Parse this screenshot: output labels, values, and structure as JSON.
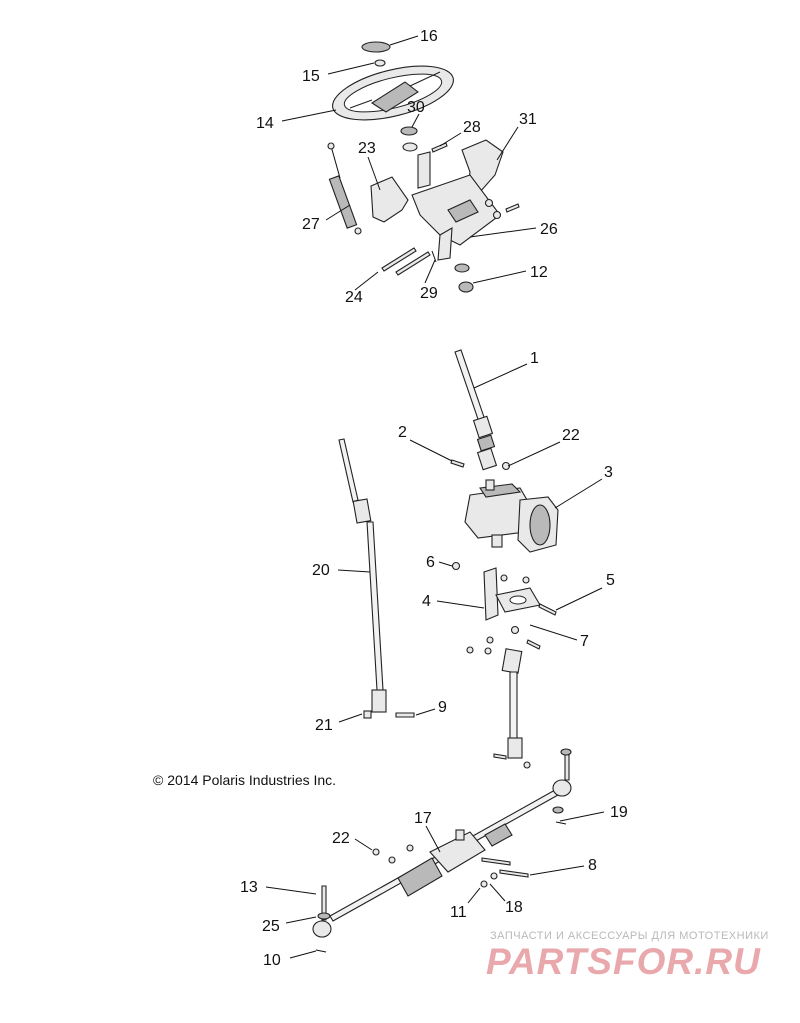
{
  "copyright": "© 2014 Polaris Industries Inc.",
  "watermark": {
    "tagline": "ЗАПЧАСТИ И АКСЕССУАРЫ ДЛЯ МОТОТЕХНИКИ",
    "logo": "PARTSFOR.RU",
    "color": "#e8a8ac"
  },
  "callouts": {
    "c1": "1",
    "c2": "2",
    "c3": "3",
    "c4": "4",
    "c5": "5",
    "c6": "6",
    "c7": "7",
    "c8": "8",
    "c9": "9",
    "c10": "10",
    "c11": "11",
    "c12": "12",
    "c13": "13",
    "c14": "14",
    "c15": "15",
    "c16": "16",
    "c17": "17",
    "c18": "18",
    "c19": "19",
    "c20": "20",
    "c21": "21",
    "c22a": "22",
    "c22b": "22",
    "c23": "23",
    "c24": "24",
    "c25": "25",
    "c26": "26",
    "c27": "27",
    "c28": "28",
    "c29": "29",
    "c30": "30",
    "c31": "31"
  }
}
